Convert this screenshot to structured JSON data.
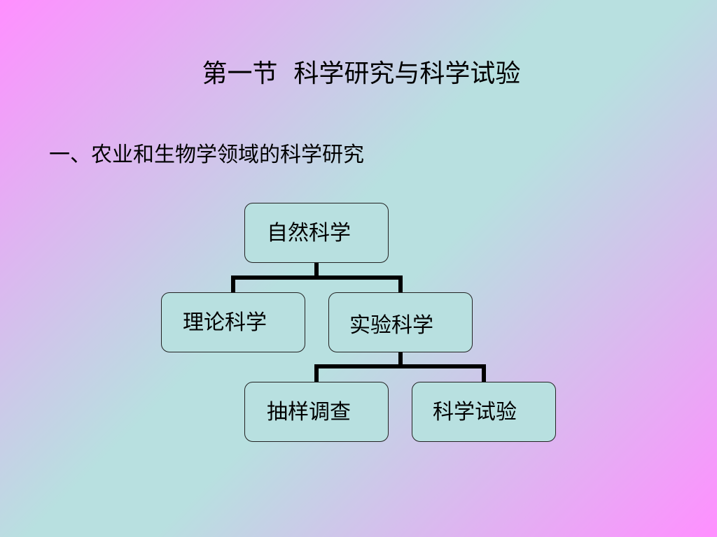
{
  "slide": {
    "title": "第一节  科学研究与科学试验",
    "heading": "一、农业和生物学领域的科学研究"
  },
  "diagram": {
    "root": "自然科学",
    "children": [
      "理论科学",
      "实验科学"
    ],
    "grandchildren": [
      "抽样调查",
      "科学试验"
    ],
    "colors": {
      "node_fill": "#b8e0e0",
      "node_border": "#222222",
      "connector": "#000000",
      "background_pink": "#ff8fff",
      "background_teal": "#b8e0e0"
    }
  }
}
